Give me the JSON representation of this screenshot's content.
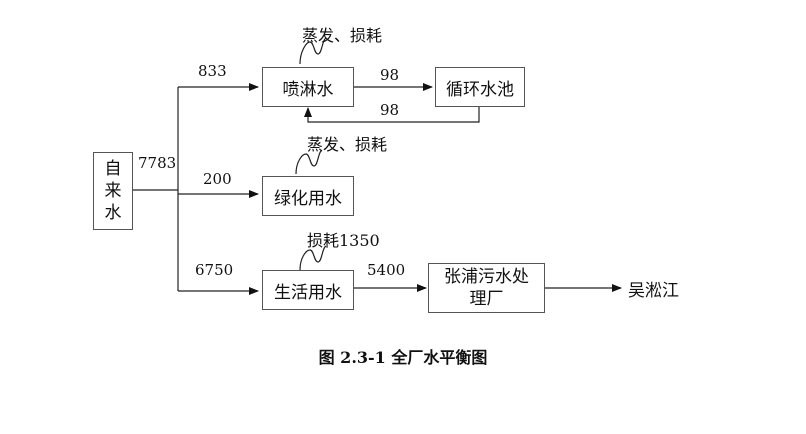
{
  "nodes": {
    "source": "自\n来\n水",
    "spray": "喷淋水",
    "pool": "循环水池",
    "green": "绿化用水",
    "domestic": "生活用水",
    "plant": "张浦污水处\n理厂"
  },
  "sink_label": "吴淞江",
  "flows": {
    "total": "7783",
    "to_spray": "833",
    "spray_to_pool": "98",
    "pool_to_spray": "98",
    "to_green": "200",
    "to_domestic": "6750",
    "domestic_to_plant": "5400"
  },
  "losses": {
    "spray": "蒸发、损耗",
    "green": "蒸发、损耗",
    "domestic": "损耗1350"
  },
  "caption": "图 2.3-1   全厂水平衡图"
}
